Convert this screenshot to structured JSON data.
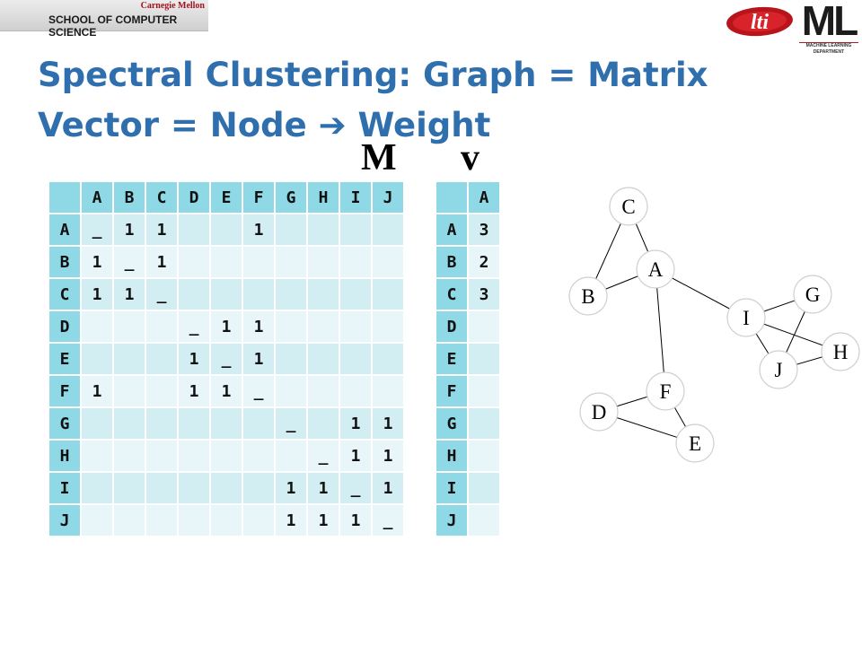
{
  "header": {
    "university": "Carnegie Mellon",
    "school": "SCHOOL OF COMPUTER SCIENCE",
    "lti_logo_text": "lti",
    "ml_logo_text": "ML",
    "ml_logo_sub1": "MACHINE LEARNING",
    "ml_logo_sub2": "DEPARTMENT"
  },
  "slide": {
    "title_line1": "Spectral Clustering: Graph = Matrix",
    "title_line2_a": "Vector = Node",
    "arrow": "➔",
    "title_line2_b": "Weight",
    "matrix_label": "M",
    "vector_label": "v"
  },
  "matrix": {
    "columns": [
      "A",
      "B",
      "C",
      "D",
      "E",
      "F",
      "G",
      "H",
      "I",
      "J"
    ],
    "rows": [
      {
        "label": "A",
        "cells": [
          "_",
          "1",
          "1",
          "",
          "",
          "1",
          "",
          "",
          "",
          ""
        ]
      },
      {
        "label": "B",
        "cells": [
          "1",
          "_",
          "1",
          "",
          "",
          "",
          "",
          "",
          "",
          ""
        ]
      },
      {
        "label": "C",
        "cells": [
          "1",
          "1",
          "_",
          "",
          "",
          "",
          "",
          "",
          "",
          ""
        ]
      },
      {
        "label": "D",
        "cells": [
          "",
          "",
          "",
          "_",
          "1",
          "1",
          "",
          "",
          "",
          ""
        ]
      },
      {
        "label": "E",
        "cells": [
          "",
          "",
          "",
          "1",
          "_",
          "1",
          "",
          "",
          "",
          ""
        ]
      },
      {
        "label": "F",
        "cells": [
          "1",
          "",
          "",
          "1",
          "1",
          "_",
          "",
          "",
          "",
          ""
        ]
      },
      {
        "label": "G",
        "cells": [
          "",
          "",
          "",
          "",
          "",
          "",
          "_",
          "",
          "1",
          "1"
        ]
      },
      {
        "label": "H",
        "cells": [
          "",
          "",
          "",
          "",
          "",
          "",
          "",
          "_",
          "1",
          "1"
        ]
      },
      {
        "label": "I",
        "cells": [
          "",
          "",
          "",
          "",
          "",
          "",
          "1",
          "1",
          "_",
          "1"
        ]
      },
      {
        "label": "J",
        "cells": [
          "",
          "",
          "",
          "",
          "",
          "",
          "1",
          "1",
          "1",
          "_"
        ]
      }
    ]
  },
  "vector": {
    "column": "A",
    "rows": [
      {
        "label": "A",
        "value": "3"
      },
      {
        "label": "B",
        "value": "2"
      },
      {
        "label": "C",
        "value": "3"
      },
      {
        "label": "D",
        "value": ""
      },
      {
        "label": "E",
        "value": ""
      },
      {
        "label": "F",
        "value": ""
      },
      {
        "label": "G",
        "value": ""
      },
      {
        "label": "H",
        "value": ""
      },
      {
        "label": "I",
        "value": ""
      },
      {
        "label": "J",
        "value": ""
      }
    ]
  },
  "graph": {
    "nodes": [
      "A",
      "B",
      "C",
      "D",
      "E",
      "F",
      "G",
      "H",
      "I",
      "J"
    ],
    "edges": [
      [
        "A",
        "B"
      ],
      [
        "A",
        "C"
      ],
      [
        "B",
        "C"
      ],
      [
        "A",
        "I"
      ],
      [
        "A",
        "F"
      ],
      [
        "F",
        "D"
      ],
      [
        "F",
        "E"
      ],
      [
        "D",
        "E"
      ],
      [
        "I",
        "G"
      ],
      [
        "I",
        "H"
      ],
      [
        "I",
        "J"
      ],
      [
        "G",
        "J"
      ],
      [
        "H",
        "J"
      ]
    ]
  },
  "colors": {
    "title": "#2f6fae",
    "header_cell": "#8fd9e6",
    "row_odd": "#d2eef3",
    "row_even": "#e9f6f9"
  }
}
